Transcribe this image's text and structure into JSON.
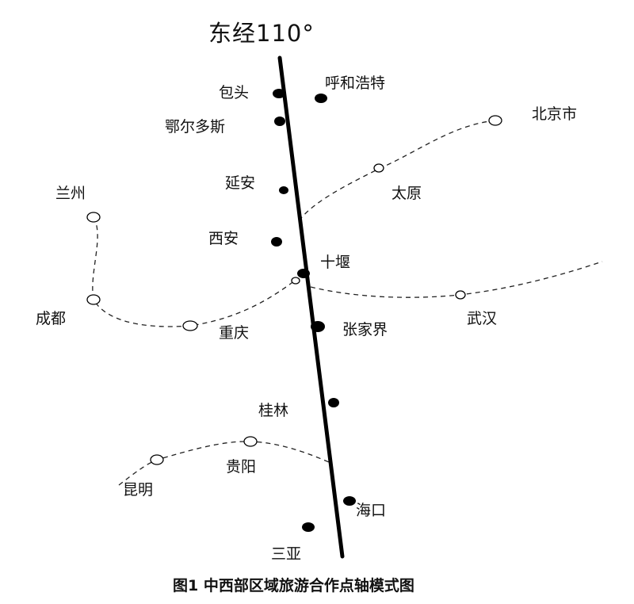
{
  "axis_label": "东经110°",
  "caption": "图1 中西部区域旅游合作点轴模式图",
  "colors": {
    "ink": "#000000",
    "background": "#ffffff"
  },
  "cities_on_axis": {
    "baotou": "包头",
    "huhehaote": "呼和浩特",
    "eerduosi": "鄂尔多斯",
    "yanan": "延安",
    "xian": "西安",
    "shiyan": "十堰",
    "zhangjiajie": "张家界",
    "guilin": "桂林",
    "haikou": "海口",
    "sanya": "三亚"
  },
  "cities_off_axis": {
    "beijing": "北京市",
    "taiyuan": "太原",
    "lanzhou": "兰州",
    "chengdu": "成都",
    "chongqing": "重庆",
    "wuhan": "武汉",
    "guiyang": "贵阳",
    "kunming": "昆明"
  }
}
